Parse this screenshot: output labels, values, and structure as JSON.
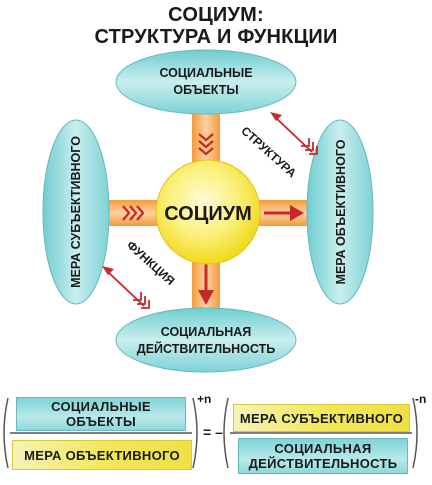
{
  "title": {
    "line1": "СОЦИУМ:",
    "line2": "СТРУКТУРА И ФУНКЦИИ"
  },
  "diagram": {
    "center": "СОЦИУМ",
    "top_node": {
      "line1": "СОЦИАЛЬНЫЕ",
      "line2": "ОБЪЕКТЫ"
    },
    "bottom_node": {
      "line1": "СОЦИАЛЬНАЯ",
      "line2": "ДЕЙСТВИТЕЛЬНОСТЬ"
    },
    "left_node": "МЕРА СУБЪЕКТИВНОГО",
    "right_node": "МЕРА ОБЪЕКТИВНОГО",
    "structure_label": "СТРУКТУРА",
    "function_label": "ФУНКЦИЯ",
    "colors": {
      "teal": "#8fd8da",
      "yellow": "#f3e85a",
      "cross": "#f7a85a",
      "arrow": "#c8272a"
    }
  },
  "formula": {
    "left_top": {
      "line1": "СОЦИАЛЬНЫЕ",
      "line2": "ОБЪЕКТЫ"
    },
    "left_bottom": "МЕРА ОБЪЕКТИВНОГО",
    "left_exp": "+n",
    "equals": "= –",
    "right_top": "МЕРА СУБЪЕКТИВНОГО",
    "right_bottom": {
      "line1": "СОЦИАЛЬНАЯ",
      "line2": "ДЕЙСТВИТЕЛЬНОСТЬ"
    },
    "right_exp": "-n"
  }
}
